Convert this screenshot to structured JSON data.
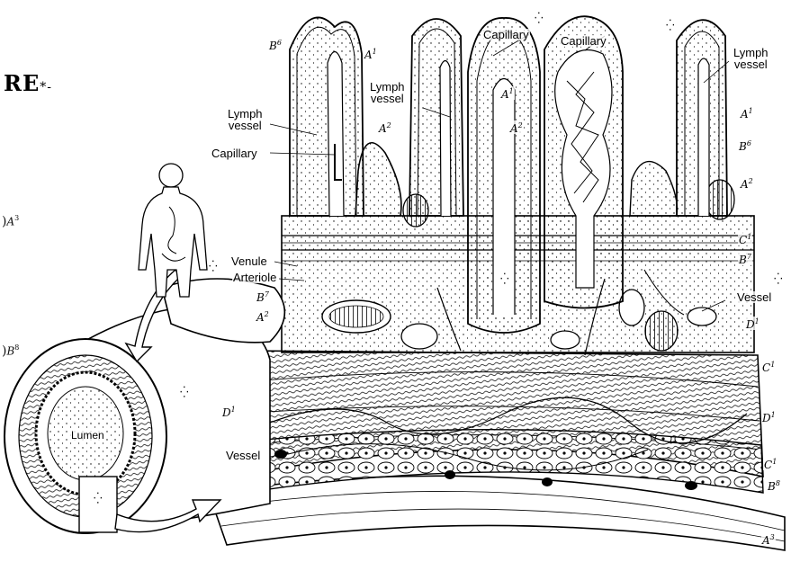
{
  "title_fragment": "RE",
  "title_suffix": "*-",
  "margin_marks": [
    {
      "paren": ")",
      "code": "A",
      "sup": "3"
    },
    {
      "paren": ")",
      "code": "B",
      "sup": "8"
    }
  ],
  "labels": {
    "capillary_top_left": "Capillary",
    "capillary_top_right": "Capillary",
    "lymph_vessel_top_right": "Lymph\nvessel",
    "lymph_vessel_center": "Lymph\nvessel",
    "lymph_vessel_left": "Lymph\nvessel",
    "capillary_left": "Capillary",
    "venule": "Venule",
    "arteriole": "Arteriole",
    "vessel_right": "Vessel",
    "vessel_lower_left": "Vessel",
    "lumen": "Lumen"
  },
  "codes": [
    {
      "code": "B",
      "sup": "6"
    },
    {
      "code": "A",
      "sup": "1"
    },
    {
      "code": "A",
      "sup": "1"
    },
    {
      "code": "A",
      "sup": "2"
    },
    {
      "code": "A",
      "sup": "2"
    },
    {
      "code": "A",
      "sup": "1"
    },
    {
      "code": "B",
      "sup": "6"
    },
    {
      "code": "A",
      "sup": "2"
    },
    {
      "code": "C",
      "sup": "1"
    },
    {
      "code": "B",
      "sup": "7"
    },
    {
      "code": "B",
      "sup": "7"
    },
    {
      "code": "A",
      "sup": "2"
    },
    {
      "code": "D",
      "sup": "1"
    },
    {
      "code": "C",
      "sup": "1"
    },
    {
      "code": "D",
      "sup": "1"
    },
    {
      "code": "D",
      "sup": "1"
    },
    {
      "code": "C",
      "sup": "1"
    },
    {
      "code": "B",
      "sup": "8"
    },
    {
      "code": "A",
      "sup": "3"
    }
  ],
  "colors": {
    "ink": "#000000",
    "paper": "#ffffff",
    "tissue": "#f4f4f4"
  }
}
